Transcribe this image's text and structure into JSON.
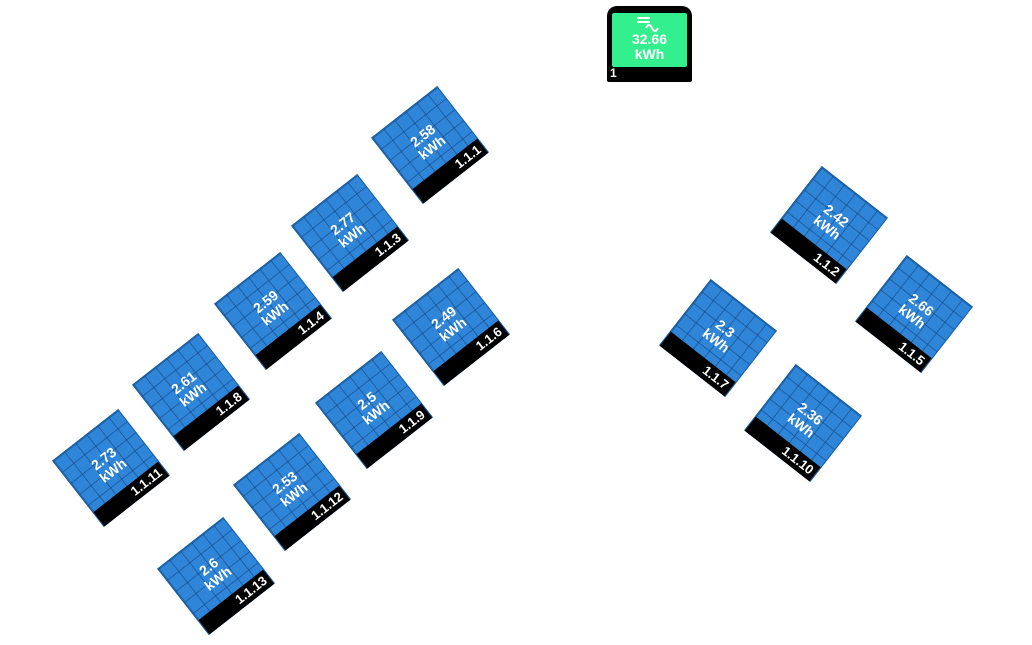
{
  "inverter": {
    "icon": "ac-sine-icon",
    "value": "32.66",
    "unit": "kWh",
    "id": "1"
  },
  "panels": [
    {
      "id": "1.1.1",
      "value": "2.58",
      "unit": "kWh"
    },
    {
      "id": "1.1.2",
      "value": "2.42",
      "unit": "kWh"
    },
    {
      "id": "1.1.3",
      "value": "2.77",
      "unit": "kWh"
    },
    {
      "id": "1.1.4",
      "value": "2.59",
      "unit": "kWh"
    },
    {
      "id": "1.1.5",
      "value": "2.66",
      "unit": "kWh"
    },
    {
      "id": "1.1.6",
      "value": "2.49",
      "unit": "kWh"
    },
    {
      "id": "1.1.7",
      "value": "2.3",
      "unit": "kWh"
    },
    {
      "id": "1.1.8",
      "value": "2.61",
      "unit": "kWh"
    },
    {
      "id": "1.1.9",
      "value": "2.5",
      "unit": "kWh"
    },
    {
      "id": "1.1.10",
      "value": "2.36",
      "unit": "kWh"
    },
    {
      "id": "1.1.11",
      "value": "2.73",
      "unit": "kWh"
    },
    {
      "id": "1.1.12",
      "value": "2.53",
      "unit": "kWh"
    },
    {
      "id": "1.1.13",
      "value": "2.6",
      "unit": "kWh"
    }
  ]
}
